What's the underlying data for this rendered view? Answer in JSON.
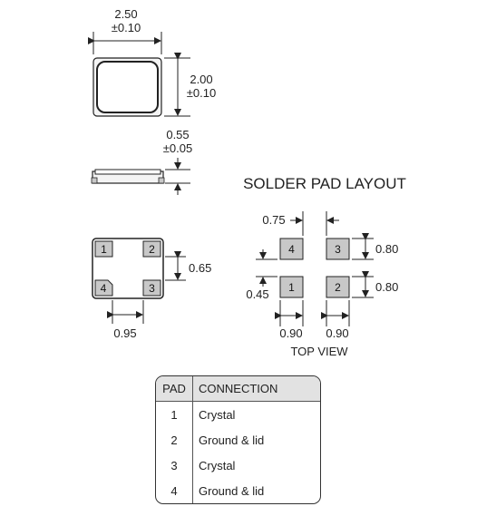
{
  "top_view": {
    "width": "2.50",
    "width_tol": "±0.10",
    "height": "2.00",
    "height_tol": "±0.10"
  },
  "side_view": {
    "thickness": "0.55",
    "thickness_tol": "±0.05"
  },
  "bottom_view": {
    "pads": [
      "1",
      "2",
      "4",
      "3"
    ],
    "pitch_v": "0.65",
    "pitch_h": "0.95"
  },
  "solder_layout": {
    "title": "SOLDER PAD LAYOUT",
    "pads": [
      "4",
      "3",
      "1",
      "2"
    ],
    "gap_h": "0.75",
    "pad_h_top": "0.80",
    "pad_h_bottom": "0.80",
    "gap_v": "0.45",
    "pad_w_left": "0.90",
    "pad_w_right": "0.90",
    "view_label": "TOP VIEW"
  },
  "table": {
    "headers": [
      "PAD",
      "CONNECTION"
    ],
    "rows": [
      [
        "1",
        "Crystal"
      ],
      [
        "2",
        "Ground & lid"
      ],
      [
        "3",
        "Crystal"
      ],
      [
        "4",
        "Ground & lid"
      ]
    ]
  },
  "colors": {
    "pad_fill": "#c8c8c8",
    "header_fill": "#e2e2e2"
  }
}
